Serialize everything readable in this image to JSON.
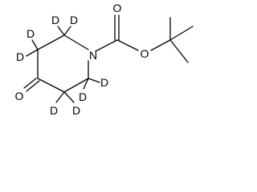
{
  "molecule": {
    "atoms": {
      "n1": "N",
      "o_carbonyl": "O",
      "o_ester": "O",
      "o_ketone": "O",
      "d_a": "D",
      "d_b": "D",
      "d_c": "D",
      "d_d": "D",
      "d_e": "D",
      "d_f": "D",
      "d_g": "D",
      "d_h": "D"
    }
  }
}
